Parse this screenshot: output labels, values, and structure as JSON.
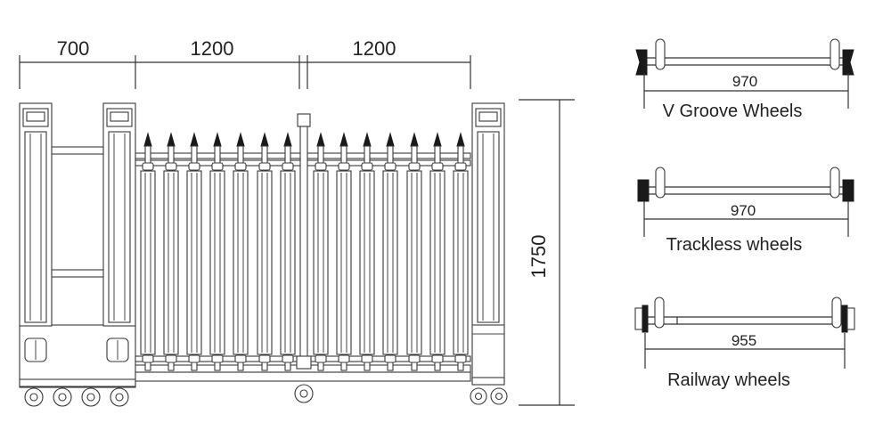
{
  "gate": {
    "dims": {
      "left_width": "700",
      "mid_width": "1200",
      "right_width": "1200",
      "height": "1750"
    }
  },
  "wheels": [
    {
      "label": "V Groove Wheels",
      "width": "970"
    },
    {
      "label": "Trackless wheels",
      "width": "970"
    },
    {
      "label": "Railway wheels",
      "width": "955"
    }
  ]
}
